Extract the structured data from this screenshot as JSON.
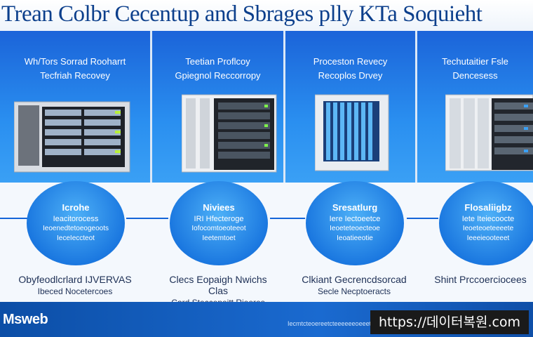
{
  "header": {
    "title": "Trean Colbr Cecentup and Sbrages plly KTa Soquieht"
  },
  "panels": [
    {
      "title_1": "Wh/Tors Sorrad Rooharrt",
      "title_2": "Tecfriah Recovey"
    },
    {
      "title_1": "Teetian Proflcoy",
      "title_2": "Gpiegnol Reccorropy"
    },
    {
      "title_1": "Proceston Revecy",
      "title_2": "Recoplos Drvey"
    },
    {
      "title_1": "Techutaitier Fsle",
      "title_2": "Dencesess"
    }
  ],
  "circles": [
    {
      "l1": "Icrohe",
      "l2": "Ieacitorocess",
      "l3": "Ieoenedtetoeogeoots",
      "l4": "IeceIeccteot"
    },
    {
      "l1": "Niviees",
      "l2": "IRI Hfecteroge",
      "l3": "Iofocomtoeoteeot",
      "l4": "Ieetemtoet"
    },
    {
      "l1": "Sresatlurg",
      "l2": "Iere Iectoeetce",
      "l3": "Ieoeteteoecteoe",
      "l4": "Ieoatieeotie"
    },
    {
      "l1": "Flosaliigbz",
      "l2": "Iete Iteiecoocte",
      "l3": "Ieoeteoeteeeete",
      "l4": "Ieeeieooteeet"
    }
  ],
  "captions": [
    {
      "l1": "Obyfeodlcrlard IJVERVAS",
      "l2": "Ibeced Nocetercoes"
    },
    {
      "l1": "Clecs Eopaigh Nwichs Clas",
      "l2": "Card Steccepeitt Rieeres"
    },
    {
      "l1": "Clkiant Gecrencdsorcad",
      "l2": "Secle Necptoeracts"
    },
    {
      "l1": "Shint Prccoerciocees",
      "l2": ""
    }
  ],
  "footer": {
    "brand": "Msweb",
    "small": "Iecmtcteoereetcteeeeeeoeeeteeooteote",
    "url": "https://데이터복원.com"
  },
  "colors": {
    "primary": "#1b6ee0",
    "dark": "#0c3f8c",
    "footer": "#0f4fa8"
  }
}
